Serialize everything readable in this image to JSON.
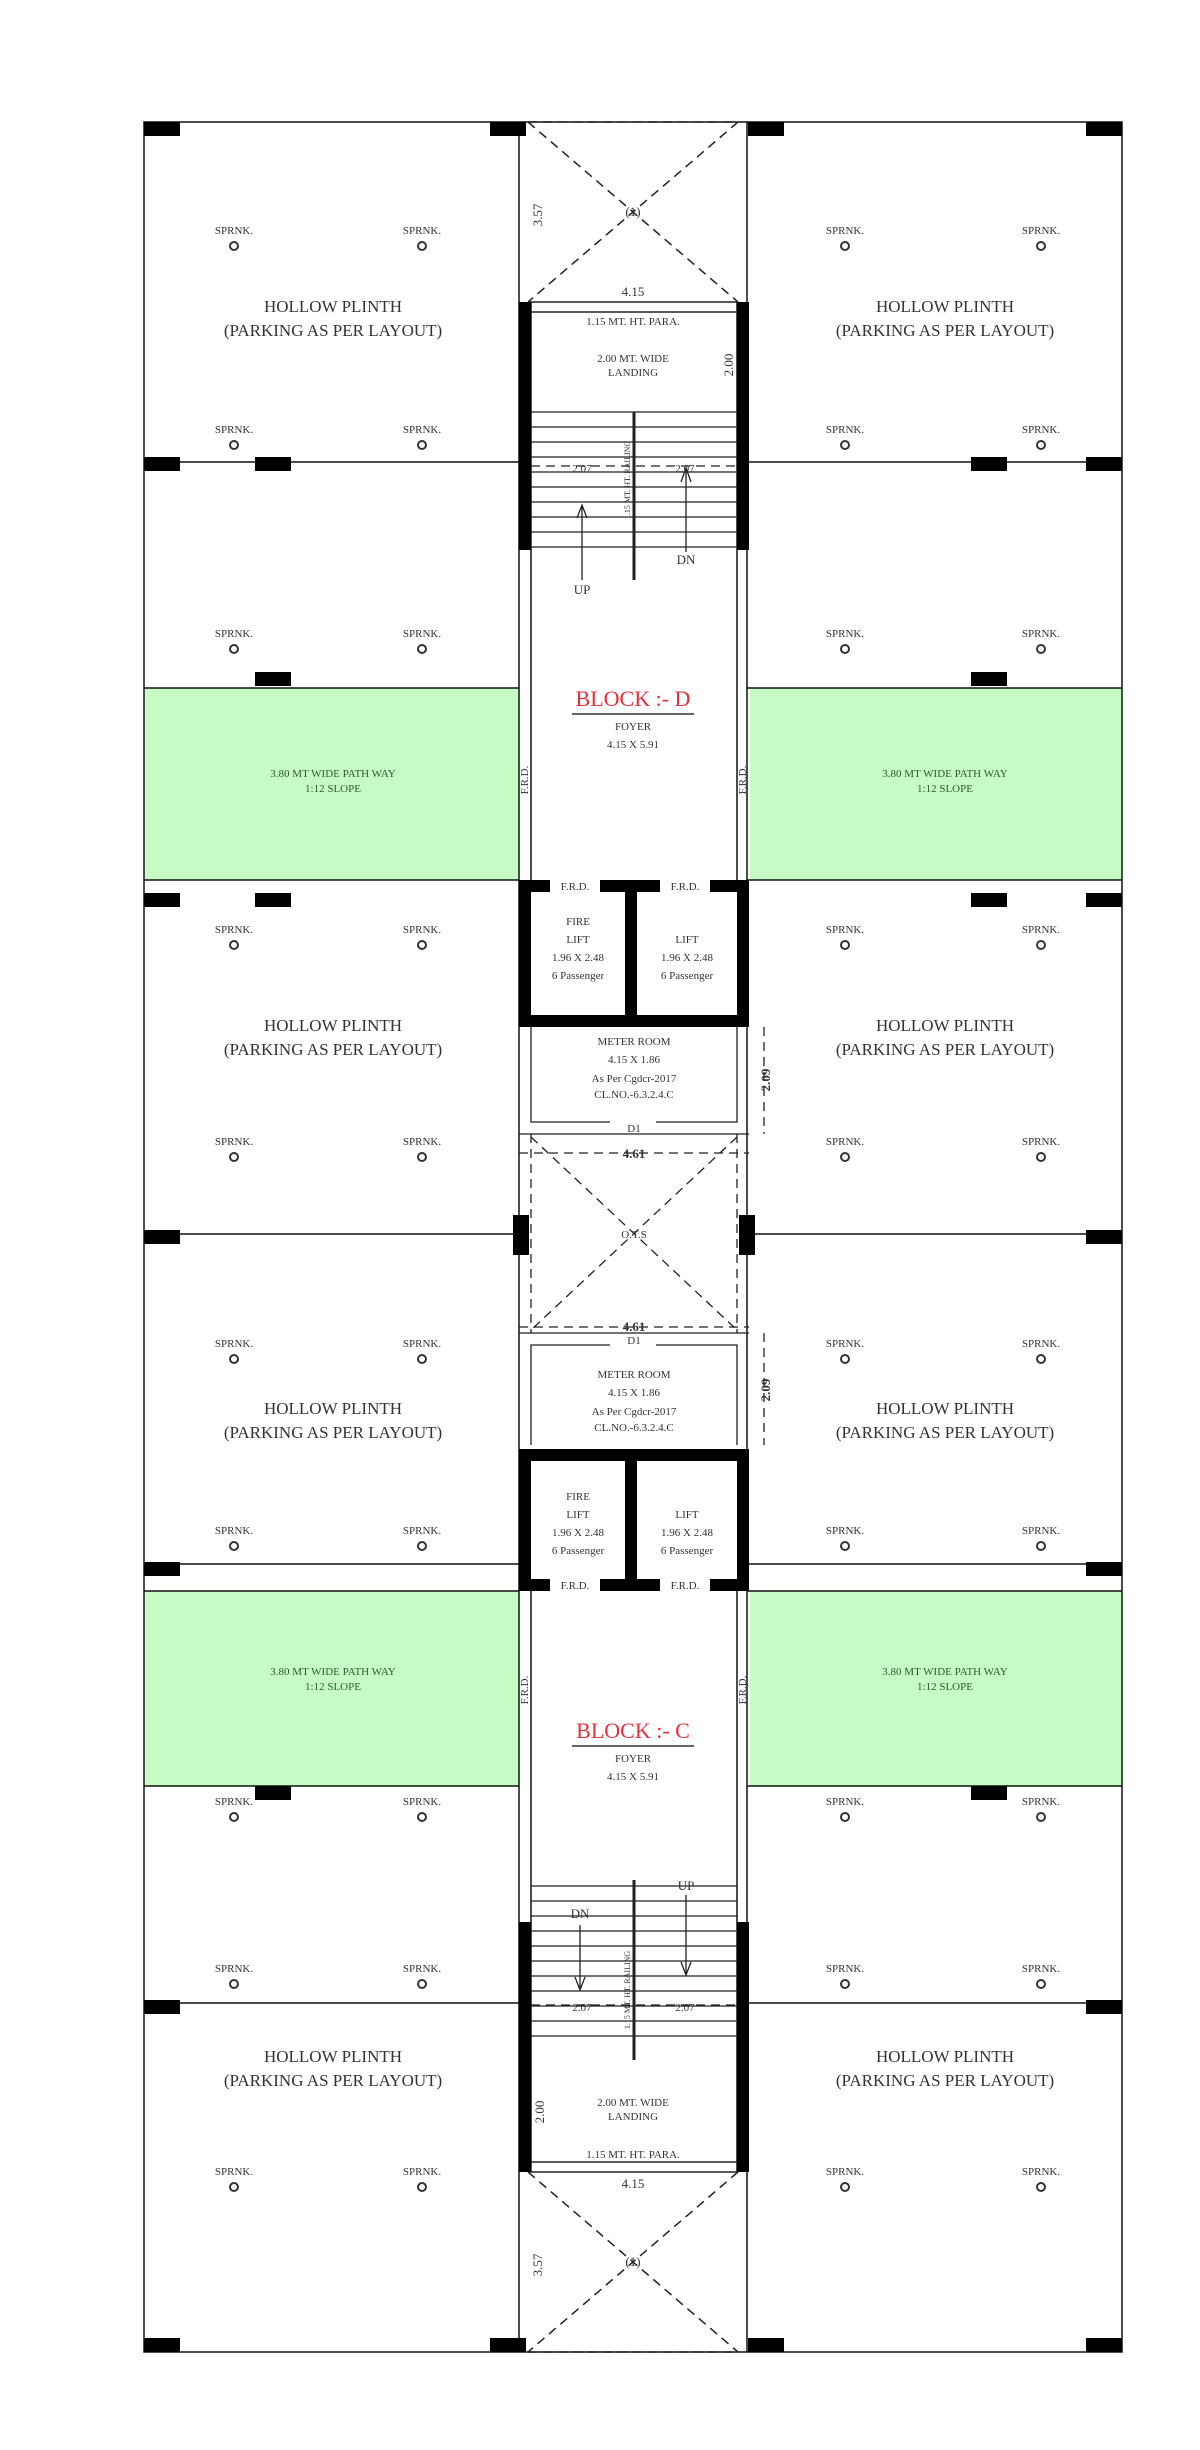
{
  "colors": {
    "pathway": "#c6fcc4",
    "block_label": "#e8303a",
    "wall": "#000000"
  },
  "sprinkler_label": "SPRNK.",
  "parking": {
    "line1": "HOLLOW PLINTH",
    "line2": "(PARKING AS PER LAYOUT)"
  },
  "pathway": {
    "line1": "3.80 MT WIDE  PATH WAY",
    "line2": "1:12 SLOPE"
  },
  "block_d": {
    "name": "BLOCK :- D",
    "room": "FOYER",
    "size": "4.15 X 5.91"
  },
  "block_c": {
    "name": "BLOCK :- C",
    "room": "FOYER",
    "size": "4.15 X 5.91"
  },
  "void_label": "(1)",
  "void_height": "3.57",
  "stair_width": "4.15",
  "parapet": "1.15 MT. HT. PARA.",
  "landing": {
    "line1": "2.00 MT. WIDE",
    "line2": "LANDING",
    "dim": "2.00"
  },
  "flight_dim": "2.07",
  "rail_label": "1.15 MT. HT. RAILING",
  "up": "UP",
  "dn": "DN",
  "frd": "F.R.D.",
  "fire_lift": {
    "line1": "FIRE",
    "line2": "LIFT",
    "size": "1.96 X 2.48",
    "cap": "6 Passenger"
  },
  "lift": {
    "line1": "LIFT",
    "size": "1.96 X 2.48",
    "cap": "6 Passenger"
  },
  "meter_room": {
    "name": "METER ROOM",
    "size": "4.15 X 1.86",
    "ref1": "As Per Cgdcr-2017",
    "ref2": "CL.NO.-6.3.2.4.C",
    "dim": "2.09",
    "door": "D1"
  },
  "ots": {
    "label": "O.T.S",
    "width": "4.61"
  }
}
